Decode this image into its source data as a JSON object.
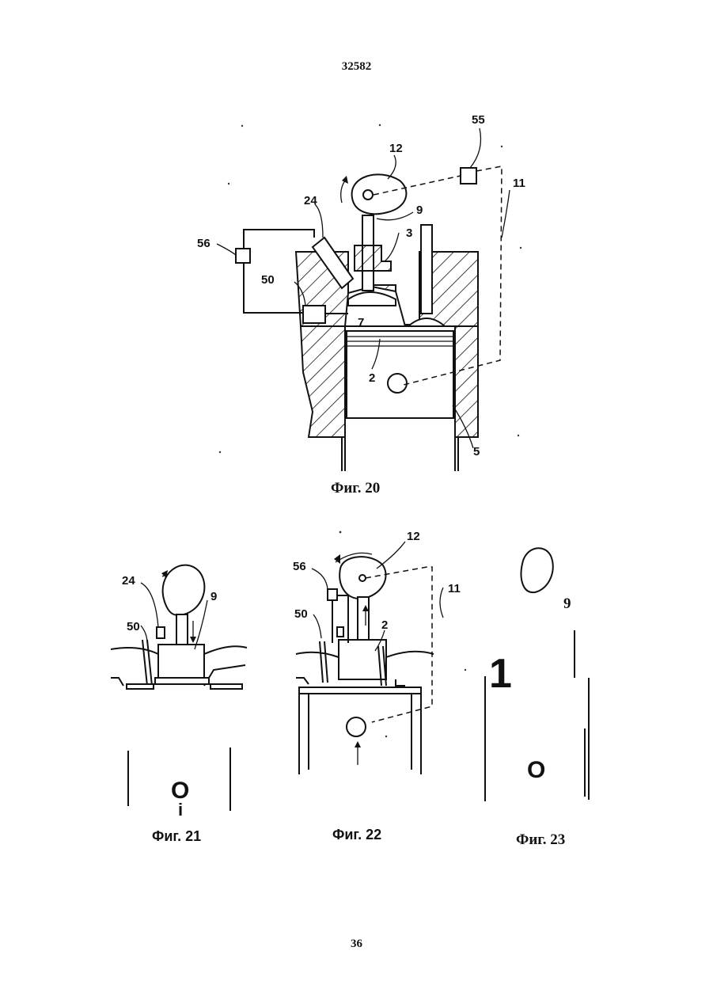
{
  "header": {
    "doc_number": "32582"
  },
  "footer": {
    "page_number": "36"
  },
  "fig20": {
    "caption": "Фиг. 20",
    "labels": [
      "55",
      "12",
      "11",
      "24",
      "9",
      "3",
      "56",
      "50",
      "7",
      "2",
      "5"
    ]
  },
  "fig21": {
    "caption": "Фиг. 21",
    "labels": [
      "24",
      "9",
      "50"
    ],
    "mark_o": "O",
    "mark_i": "i"
  },
  "fig22": {
    "caption": "Фиг. 22",
    "labels": [
      "12",
      "56",
      "11",
      "50",
      "2"
    ]
  },
  "fig23": {
    "caption": "Фиг. 23",
    "labels": [
      "9"
    ],
    "mark_1": "1",
    "mark_o": "O"
  }
}
